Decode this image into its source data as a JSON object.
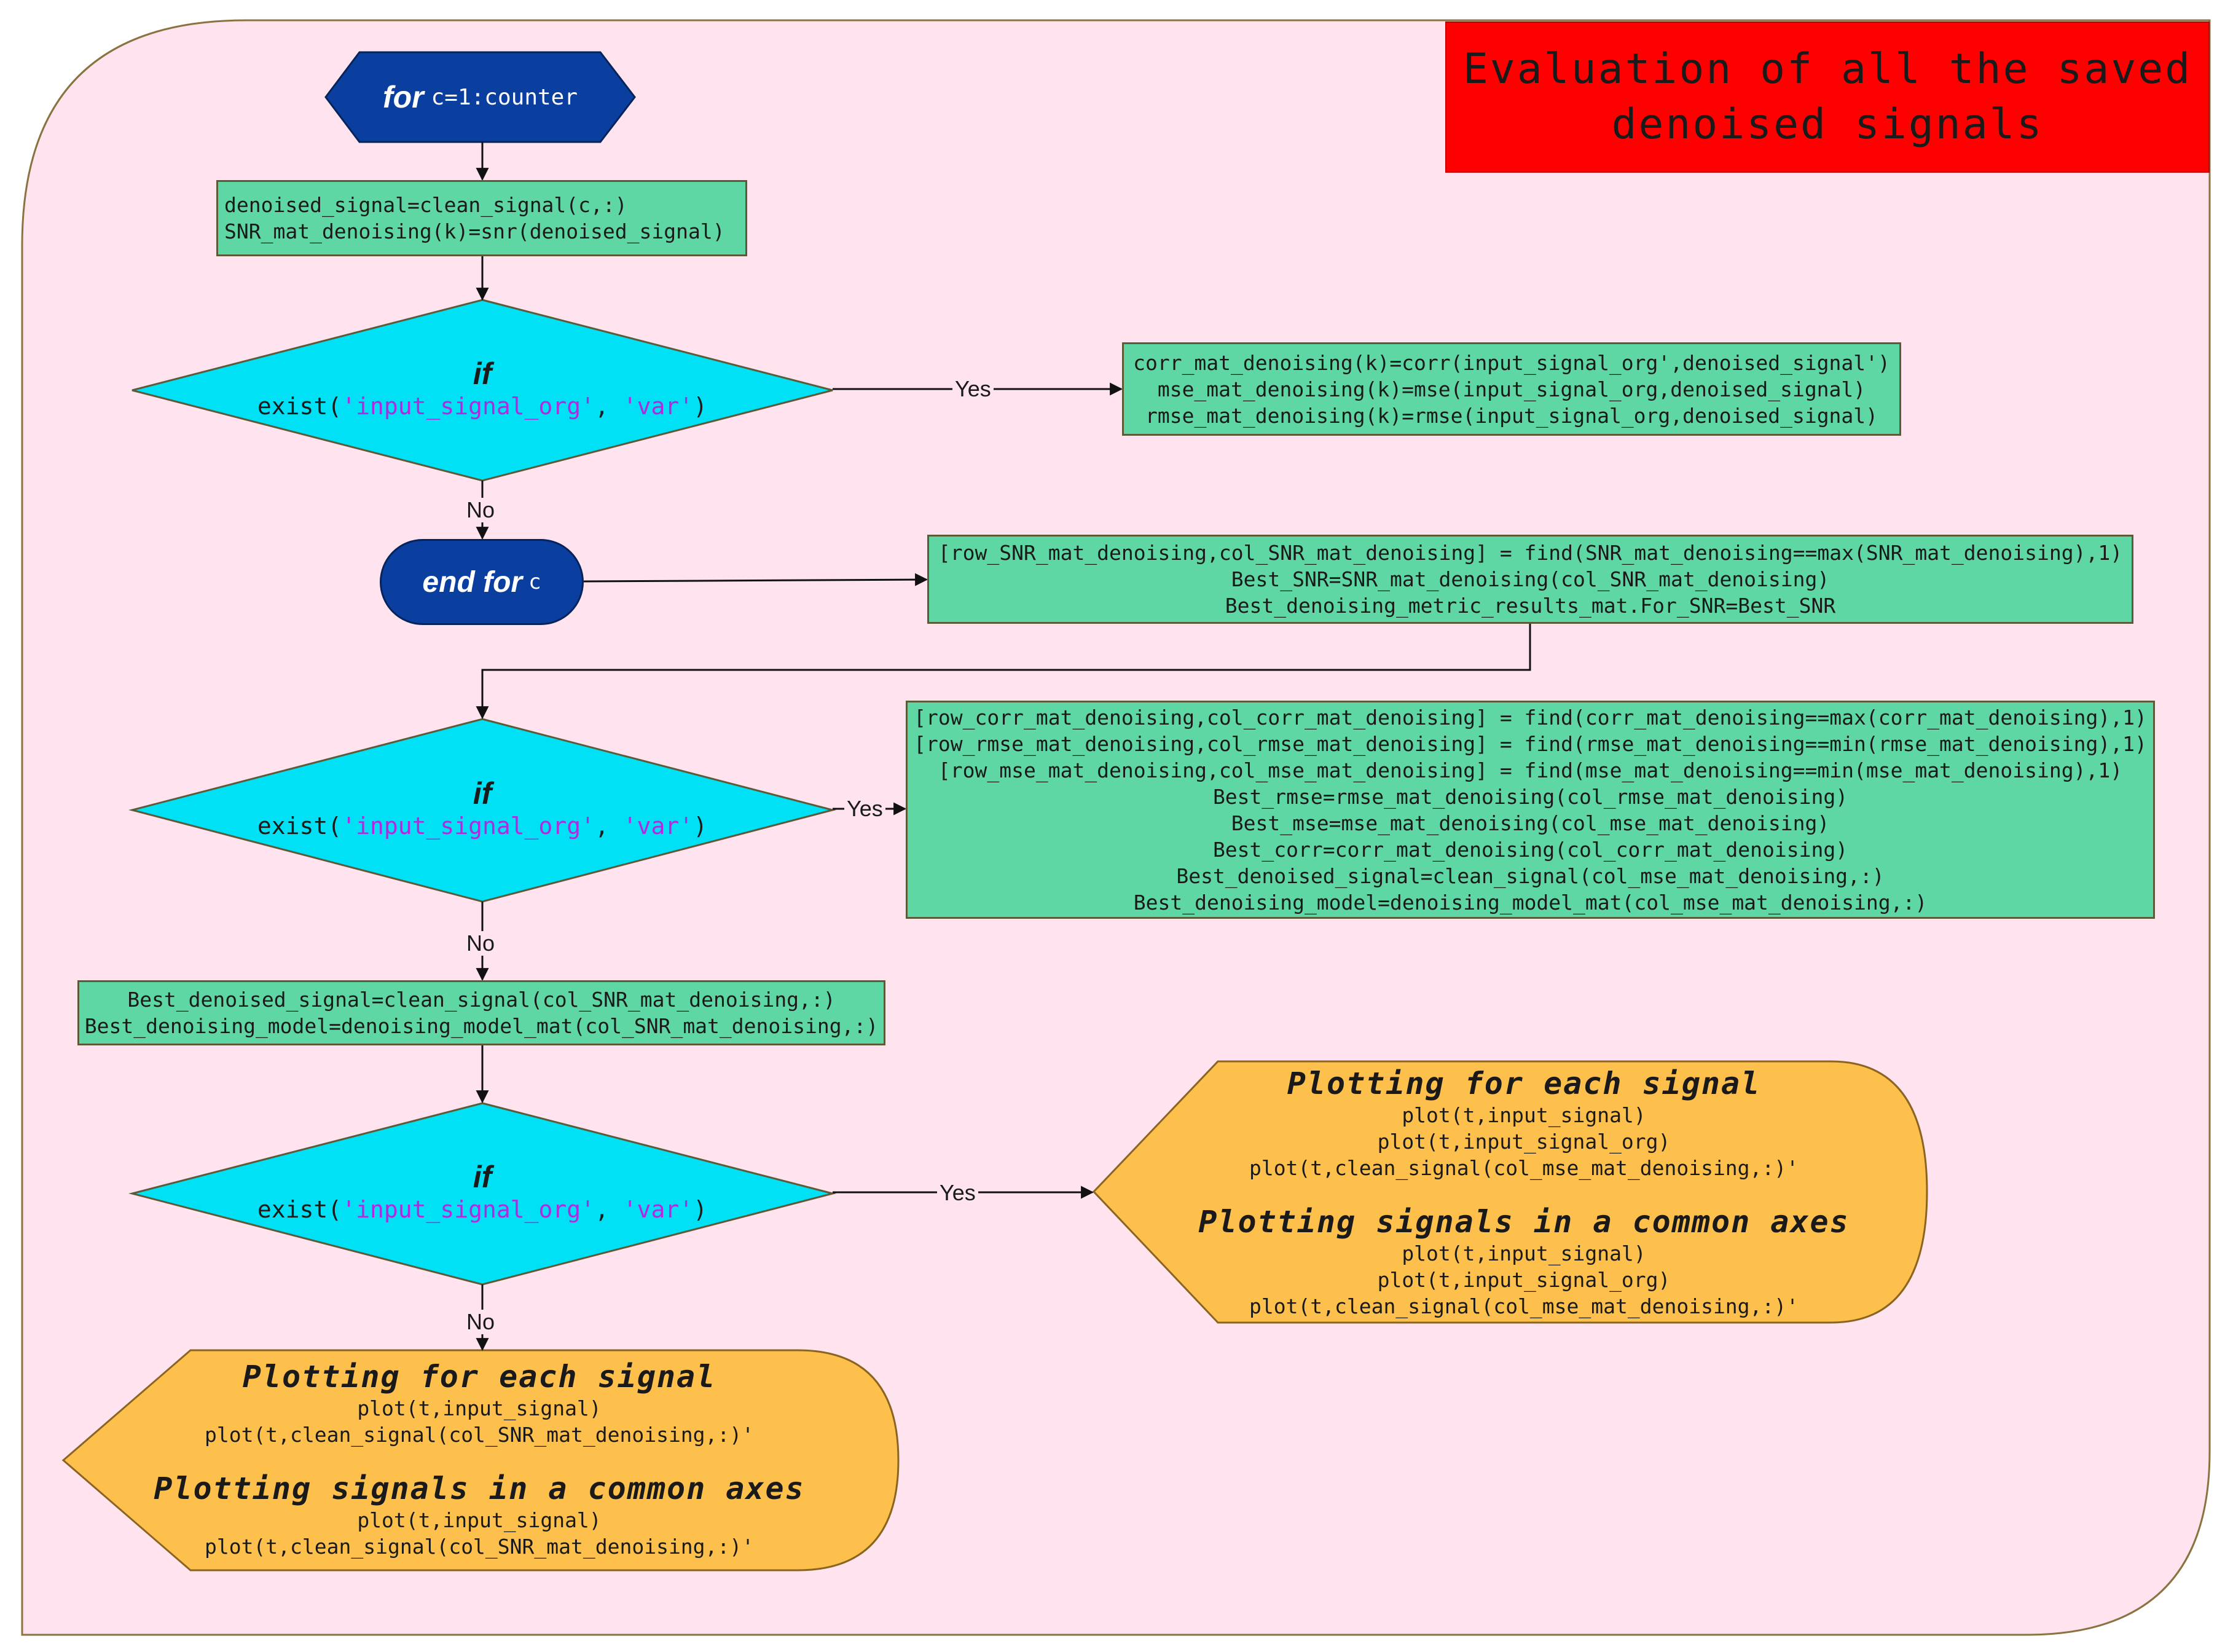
{
  "title": "Evaluation of all the saved denoised signals",
  "for_loop": {
    "keyword": "for",
    "range": "c=1:counter"
  },
  "end_for": {
    "keyword": "end for",
    "var": "c"
  },
  "process1": {
    "lines": [
      "denoised_signal=clean_signal(c,:)",
      "SNR_mat_denoising(k)=snr(denoised_signal)"
    ]
  },
  "decisions": {
    "keyword": "if",
    "cond_prefix": "exist(",
    "cond_arg1": "'input_signal_org'",
    "cond_sep": ", ",
    "cond_arg2": "'var'",
    "cond_suffix": ")"
  },
  "labels": {
    "yes": "Yes",
    "no": "No"
  },
  "process_yes1": {
    "lines": [
      "corr_mat_denoising(k)=corr(input_signal_org',denoised_signal')",
      "mse_mat_denoising(k)=mse(input_signal_org,denoised_signal)",
      "rmse_mat_denoising(k)=rmse(input_signal_org,denoised_signal)"
    ]
  },
  "process_after_loop": {
    "lines": [
      "[row_SNR_mat_denoising,col_SNR_mat_denoising] = find(SNR_mat_denoising==max(SNR_mat_denoising),1)",
      "Best_SNR=SNR_mat_denoising(col_SNR_mat_denoising)",
      "Best_denoising_metric_results_mat.For_SNR=Best_SNR"
    ]
  },
  "process_yes2": {
    "lines": [
      "[row_corr_mat_denoising,col_corr_mat_denoising] = find(corr_mat_denoising==max(corr_mat_denoising),1)",
      "[row_rmse_mat_denoising,col_rmse_mat_denoising] = find(rmse_mat_denoising==min(rmse_mat_denoising),1)",
      "[row_mse_mat_denoising,col_mse_mat_denoising] = find(mse_mat_denoising==min(mse_mat_denoising),1)",
      "Best_rmse=rmse_mat_denoising(col_rmse_mat_denoising)",
      "Best_mse=mse_mat_denoising(col_mse_mat_denoising)",
      "Best_corr=corr_mat_denoising(col_corr_mat_denoising)",
      "Best_denoised_signal=clean_signal(col_mse_mat_denoising,:)",
      "Best_denoising_model=denoising_model_mat(col_mse_mat_denoising,:)"
    ]
  },
  "process_no2": {
    "lines": [
      "Best_denoised_signal=clean_signal(col_SNR_mat_denoising,:)",
      "Best_denoising_model=denoising_model_mat(col_SNR_mat_denoising,:)"
    ]
  },
  "plot_yes": {
    "heading1": "Plotting for each signal",
    "lines1": [
      "plot(t,input_signal)",
      "plot(t,input_signal_org)",
      "plot(t,clean_signal(col_mse_mat_denoising,:)'"
    ],
    "heading2": "Plotting signals in a common axes",
    "lines2": [
      "plot(t,input_signal)",
      "plot(t,input_signal_org)",
      "plot(t,clean_signal(col_mse_mat_denoising,:)'"
    ]
  },
  "plot_no": {
    "heading1": "Plotting for each signal",
    "lines1": [
      "plot(t,input_signal)",
      "plot(t,clean_signal(col_SNR_mat_denoising,:)'"
    ],
    "heading2": "Plotting signals in a common axes",
    "lines2": [
      "plot(t,input_signal)",
      "plot(t,clean_signal(col_SNR_mat_denoising,:)'"
    ]
  },
  "colors": {
    "background": "#ffe4ef",
    "process": "#5fd7a5",
    "decision": "#00e1f5",
    "terminator": "#0a3fa0",
    "output": "#fdc04d",
    "title_bg": "#ff0000",
    "string_literal": "#b02ae0"
  }
}
